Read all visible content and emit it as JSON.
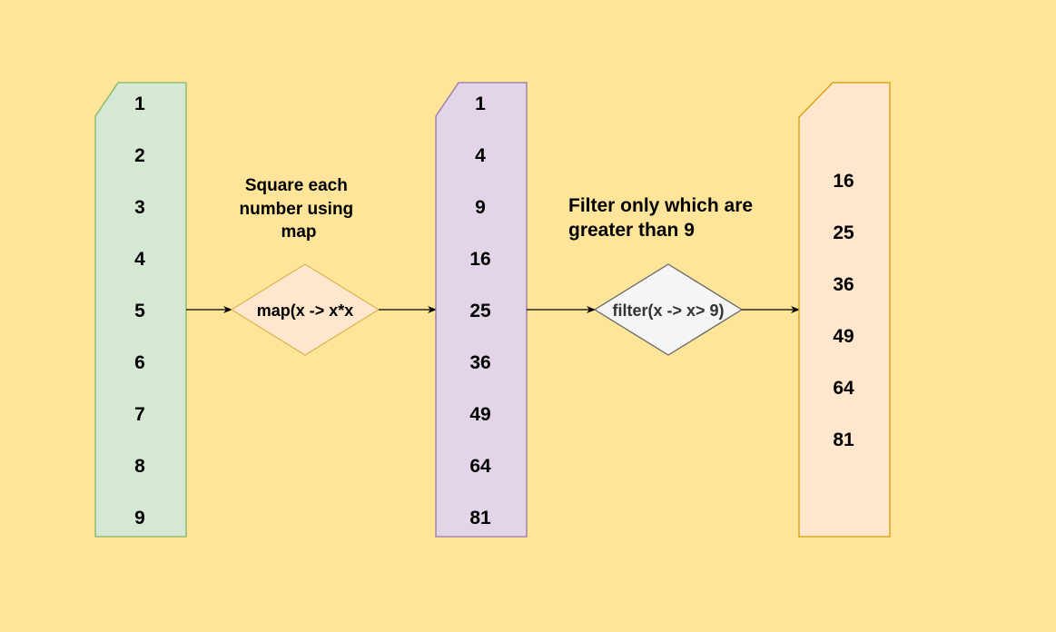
{
  "input_list": {
    "values": [
      "1",
      "2",
      "3",
      "4",
      "5",
      "6",
      "7",
      "8",
      "9"
    ]
  },
  "map_step": {
    "caption_lines": [
      "Square each",
      "number using",
      "map"
    ],
    "operation": "map(x -> x*x"
  },
  "squared_list": {
    "values": [
      "1",
      "4",
      "9",
      "16",
      "25",
      "36",
      "49",
      "64",
      "81"
    ]
  },
  "filter_step": {
    "caption_lines": [
      "Filter only which are",
      "greater than 9"
    ],
    "operation": "filter(x -> x> 9)"
  },
  "output_list": {
    "values": [
      "16",
      "25",
      "36",
      "49",
      "64",
      "81"
    ]
  },
  "colors": {
    "input_fill": "#D5E8D4",
    "input_stroke": "#82B366",
    "squared_fill": "#E1D5E7",
    "squared_stroke": "#9673A6",
    "output_fill": "#FFE6CC",
    "output_stroke": "#D79B00",
    "map_fill": "#FFE6CC",
    "map_stroke": "#D6B656",
    "filter_fill": "#F5F5F5",
    "filter_stroke": "#666666",
    "filter_text": "#333333"
  }
}
